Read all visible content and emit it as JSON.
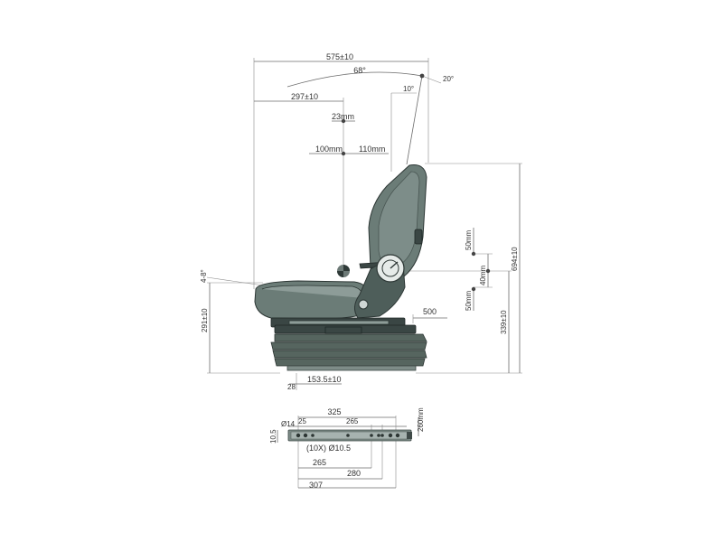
{
  "labels": {
    "d575": "575±10",
    "a68": "68°",
    "a20": "20°",
    "a10": "10°",
    "d297": "297±10",
    "d23": "23mm",
    "d100": "100mm",
    "d110": "110mm",
    "a48": "4-8°",
    "d291": "291±10",
    "d50a": "50mm",
    "d40": "40mm",
    "d50b": "50mm",
    "d694": "694±10",
    "d339": "339±10",
    "d500": "500",
    "d28": "28",
    "d1535": "153.5±10",
    "d325": "325",
    "d14": "Ø14",
    "d25": "25",
    "d265a": "265",
    "d260": "260mm",
    "d105": "10.5",
    "holes": "(10X) Ø10.5",
    "d265b": "265",
    "d280": "280",
    "d307": "307"
  },
  "colors": {
    "seat": "#4e5e5a",
    "dimension_line": "#6b6b6b"
  }
}
